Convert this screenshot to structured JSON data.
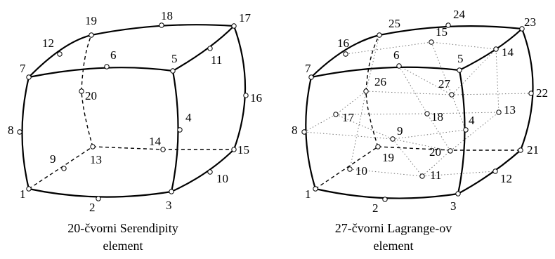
{
  "diagrams": [
    {
      "id": "serendipity",
      "caption_lines": [
        "20-čvorni Serendipity",
        "element"
      ],
      "node_labels": [
        "1",
        "2",
        "3",
        "4",
        "5",
        "6",
        "7",
        "8",
        "9",
        "10",
        "11",
        "12",
        "13",
        "14",
        "15",
        "16",
        "17",
        "18",
        "19",
        "20"
      ]
    },
    {
      "id": "lagrange",
      "caption_lines": [
        "27-čvorni Lagrange-ov",
        "element"
      ],
      "node_labels": [
        "1",
        "2",
        "3",
        "4",
        "5",
        "6",
        "7",
        "8",
        "9",
        "10",
        "11",
        "12",
        "13",
        "14",
        "15",
        "16",
        "17",
        "18",
        "19",
        "20",
        "21",
        "22",
        "23",
        "24",
        "25",
        "26",
        "27"
      ]
    }
  ],
  "colors": {
    "stroke": "#000000",
    "grid": "#777777",
    "background": "#ffffff"
  }
}
